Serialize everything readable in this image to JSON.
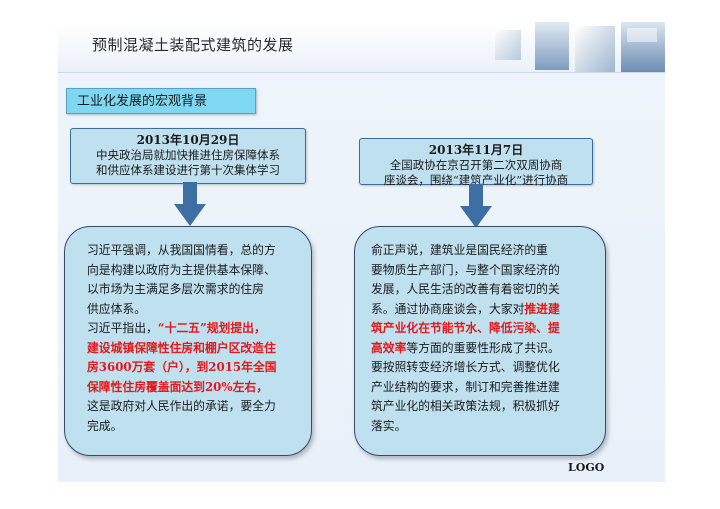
{
  "header": {
    "title": "预制混凝土装配式建筑的发展"
  },
  "section_title": "工业化发展的宏观背景",
  "left": {
    "date": "2013年10月29日",
    "lines": [
      "中央政治局就加快推进住房保障体系",
      "和供应体系建设进行第十次集体学习"
    ],
    "para1_lines": [
      "习近平强调，从我国国情看，总的方",
      "向是构建以政府为主提供基本保障、",
      "以市场为主满足多层次需求的住房",
      "供应体系。"
    ],
    "para2_lead": "习近平指出，",
    "para2_red1": "“十二五”规划提出，",
    "para2_red2": "建设城镇保障性住房和棚户区改造住",
    "para2_red3": "房3600万套（户），到2015年全国",
    "para2_red4": "保障性住房覆盖面达到20%左右，",
    "para2_tail1": "这是政府对人民作出的承诺，要全力",
    "para2_tail2": "完成。"
  },
  "right": {
    "date": "2013年11月7日",
    "lines": [
      "全国政协在京召开第二次双周协商",
      "座谈会，围绕“建筑产业化”进行协商"
    ],
    "b1": "俞正声说，建筑业是国民经济的重",
    "b2": "要物质生产部门，与整个国家经济的",
    "b3": "发展，人民生活的改善有着密切的关",
    "b4_black": "系。通过协商座谈会，大家对",
    "b4_red": "推进建",
    "b5_red": "筑产业化在节能节水、降低污染、提",
    "b6_red": "高效率",
    "b6_black": "等方面的重要性形成了共识。",
    "b7": "要按照转变经济增长方式、调整优化",
    "b8": "产业结构的要求，制订和完善推进建",
    "b9": "筑产业化的相关政策法规，积极抓好",
    "b10": "落实。"
  },
  "logo": "LOGO",
  "colors": {
    "accent_red": "#e01a1a",
    "box_fill": "#bfe0ef",
    "subtitle_fill": "#7fd8f2",
    "arrow": "#3d6fa5"
  }
}
